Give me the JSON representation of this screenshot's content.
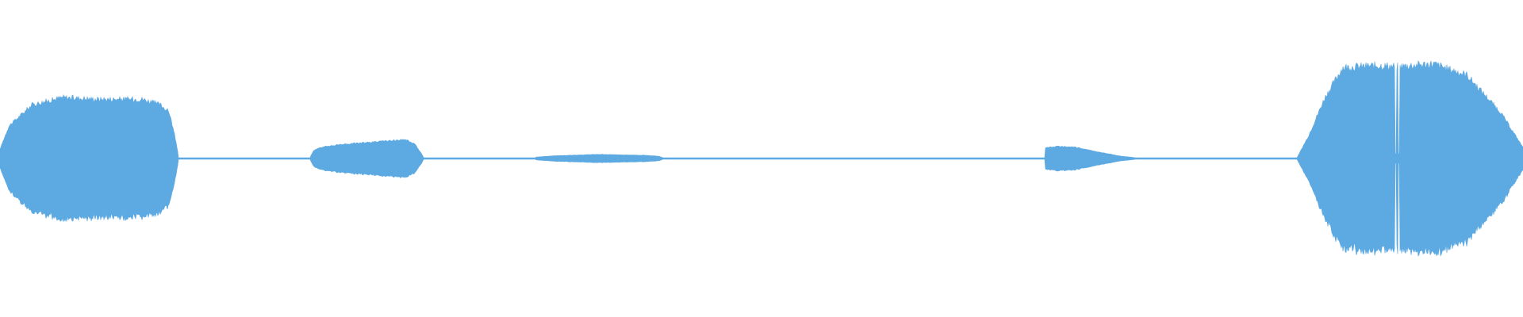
{
  "waveform": {
    "color": "#5DA9E1",
    "background": "#FFFFFF",
    "baseline_amplitude": 0.006,
    "segments": [
      {
        "name": "segment-1",
        "start": 0.0,
        "end": 0.117,
        "envelope": [
          [
            0.0,
            0.1
          ],
          [
            0.05,
            0.35
          ],
          [
            0.18,
            0.58
          ],
          [
            0.35,
            0.66
          ],
          [
            0.55,
            0.64
          ],
          [
            0.8,
            0.64
          ],
          [
            0.9,
            0.58
          ],
          [
            0.95,
            0.5
          ],
          [
            0.98,
            0.25
          ],
          [
            1.0,
            0.05
          ]
        ]
      },
      {
        "name": "segment-2",
        "start": 0.204,
        "end": 0.278,
        "envelope": [
          [
            0.0,
            0.03
          ],
          [
            0.03,
            0.09
          ],
          [
            0.12,
            0.13
          ],
          [
            0.35,
            0.16
          ],
          [
            0.7,
            0.19
          ],
          [
            0.85,
            0.2
          ],
          [
            0.93,
            0.15
          ],
          [
            1.0,
            0.02
          ]
        ]
      },
      {
        "name": "segment-3",
        "start": 0.352,
        "end": 0.435,
        "envelope": [
          [
            0.0,
            0.015
          ],
          [
            0.15,
            0.03
          ],
          [
            0.5,
            0.045
          ],
          [
            0.85,
            0.035
          ],
          [
            0.97,
            0.025
          ],
          [
            1.0,
            0.01
          ]
        ]
      },
      {
        "name": "segment-4",
        "start": 0.686,
        "end": 0.745,
        "envelope": [
          [
            0.0,
            0.11
          ],
          [
            0.03,
            0.12
          ],
          [
            0.15,
            0.13
          ],
          [
            0.35,
            0.12
          ],
          [
            0.6,
            0.07
          ],
          [
            0.85,
            0.025
          ],
          [
            1.0,
            0.01
          ]
        ]
      },
      {
        "name": "segment-5",
        "start": 0.852,
        "end": 1.0,
        "envelope": [
          [
            0.0,
            0.02
          ],
          [
            0.05,
            0.25
          ],
          [
            0.12,
            0.65
          ],
          [
            0.2,
            0.98
          ],
          [
            0.35,
            1.0
          ],
          [
            0.45,
            0.99
          ],
          [
            0.6,
            1.02
          ],
          [
            0.75,
            0.9
          ],
          [
            0.9,
            0.5
          ],
          [
            1.0,
            0.12
          ]
        ]
      }
    ],
    "gaps": [
      {
        "at": 0.9165,
        "depth": 0.95
      },
      {
        "at": 0.9185,
        "depth": 0.95
      }
    ]
  }
}
